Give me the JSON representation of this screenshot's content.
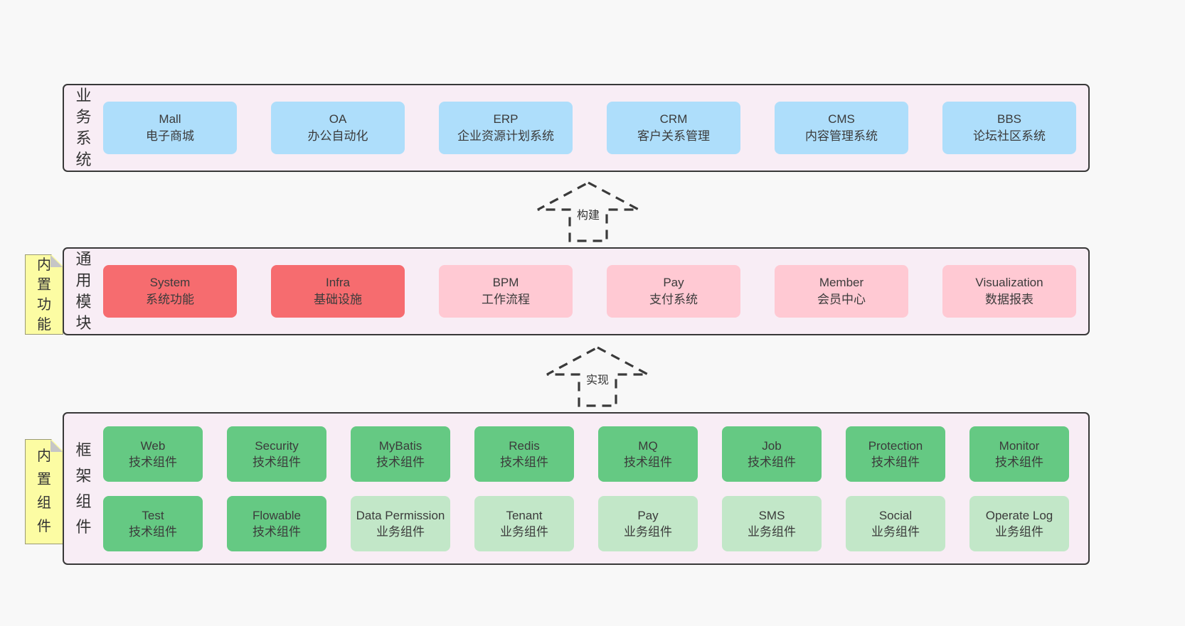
{
  "colors": {
    "page_bg": "#f8f8f8",
    "layer_bg": "#f8edf5",
    "layer_border": "#383838",
    "business_box_blue": "#aedefb",
    "core_module_red": "#f66c6f",
    "module_pink": "#ffc9d3",
    "tech_component_green": "#65c983",
    "biz_component_lightgreen": "#c2e7c8",
    "sticky_note_yellow": "#fcfca3"
  },
  "diagram": {
    "layers": [
      {
        "name": "business-systems",
        "label": "业\n务\n系\n统",
        "boxes": [
          {
            "title": "Mall",
            "subtitle": "电子商城",
            "variant": "blue"
          },
          {
            "title": "OA",
            "subtitle": "办公自动化",
            "variant": "blue"
          },
          {
            "title": "ERP",
            "subtitle": "企业资源计划系统",
            "variant": "blue"
          },
          {
            "title": "CRM",
            "subtitle": "客户关系管理",
            "variant": "blue"
          },
          {
            "title": "CMS",
            "subtitle": "内容管理系统",
            "variant": "blue"
          },
          {
            "title": "BBS",
            "subtitle": "论坛社区系统",
            "variant": "blue"
          }
        ]
      },
      {
        "name": "common-modules",
        "label": "通\n用\n模\n块",
        "note": "内\n置\n功\n能",
        "boxes": [
          {
            "title": "System",
            "subtitle": "系统功能",
            "variant": "red"
          },
          {
            "title": "Infra",
            "subtitle": "基础设施",
            "variant": "red"
          },
          {
            "title": "BPM",
            "subtitle": "工作流程",
            "variant": "pink"
          },
          {
            "title": "Pay",
            "subtitle": "支付系统",
            "variant": "pink"
          },
          {
            "title": "Member",
            "subtitle": "会员中心",
            "variant": "pink"
          },
          {
            "title": "Visualization",
            "subtitle": "数据报表",
            "variant": "pink"
          }
        ]
      },
      {
        "name": "framework-components",
        "label": "框\n架\n组\n件",
        "note": "内\n置\n组\n件",
        "rows": [
          [
            {
              "title": "Web",
              "subtitle": "技术组件",
              "variant": "green"
            },
            {
              "title": "Security",
              "subtitle": "技术组件",
              "variant": "green"
            },
            {
              "title": "MyBatis",
              "subtitle": "技术组件",
              "variant": "green"
            },
            {
              "title": "Redis",
              "subtitle": "技术组件",
              "variant": "green"
            },
            {
              "title": "MQ",
              "subtitle": "技术组件",
              "variant": "green"
            },
            {
              "title": "Job",
              "subtitle": "技术组件",
              "variant": "green"
            },
            {
              "title": "Protection",
              "subtitle": "技术组件",
              "variant": "green"
            },
            {
              "title": "Monitor",
              "subtitle": "技术组件",
              "variant": "green"
            }
          ],
          [
            {
              "title": "Test",
              "subtitle": "技术组件",
              "variant": "green"
            },
            {
              "title": "Flowable",
              "subtitle": "技术组件",
              "variant": "green"
            },
            {
              "title": "Data Permission",
              "subtitle": "业务组件",
              "variant": "lightgreen"
            },
            {
              "title": "Tenant",
              "subtitle": "业务组件",
              "variant": "lightgreen"
            },
            {
              "title": "Pay",
              "subtitle": "业务组件",
              "variant": "lightgreen"
            },
            {
              "title": "SMS",
              "subtitle": "业务组件",
              "variant": "lightgreen"
            },
            {
              "title": "Social",
              "subtitle": "业务组件",
              "variant": "lightgreen"
            },
            {
              "title": "Operate Log",
              "subtitle": "业务组件",
              "variant": "lightgreen"
            }
          ]
        ]
      }
    ],
    "arrows": [
      {
        "label": "构建"
      },
      {
        "label": "实现"
      }
    ]
  }
}
